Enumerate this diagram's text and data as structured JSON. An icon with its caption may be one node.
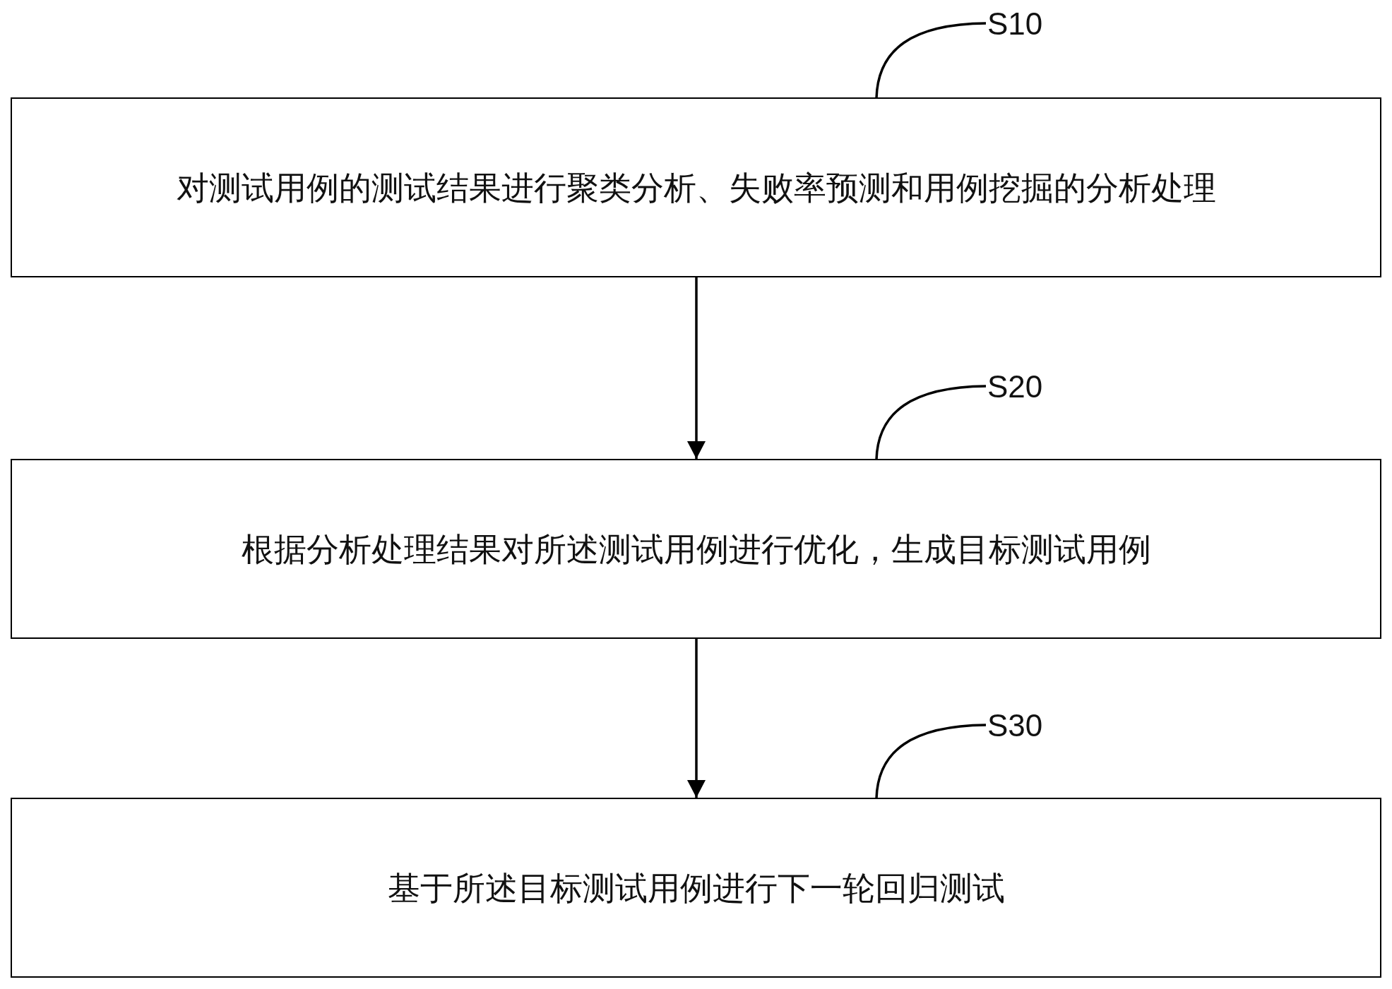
{
  "diagram": {
    "nodes": [
      {
        "text": [
          "S10"
        ]
      },
      {
        "text": [
          "对测试用例的测试结果进行聚类分析、失败率预测和用例挖掘的分析处理"
        ]
      },
      {
        "text": [
          "S20"
        ]
      },
      {
        "text": [
          "根据分析处理结果对所述测试用例进行优化，生成目标测试用例"
        ]
      },
      {
        "text": [
          "S30"
        ]
      },
      {
        "text": [
          "基于所述目标测试用例进行下一轮回归测试"
        ]
      }
    ],
    "edges": [
      {
        "from": 0,
        "to": 1,
        "arrow": "none"
      },
      {
        "from": 1,
        "to": 3,
        "arrow": "to"
      },
      {
        "from": 2,
        "to": 3,
        "arrow": "none"
      },
      {
        "from": 3,
        "to": 5,
        "arrow": "to"
      },
      {
        "from": 4,
        "to": 5,
        "arrow": "none"
      }
    ]
  }
}
